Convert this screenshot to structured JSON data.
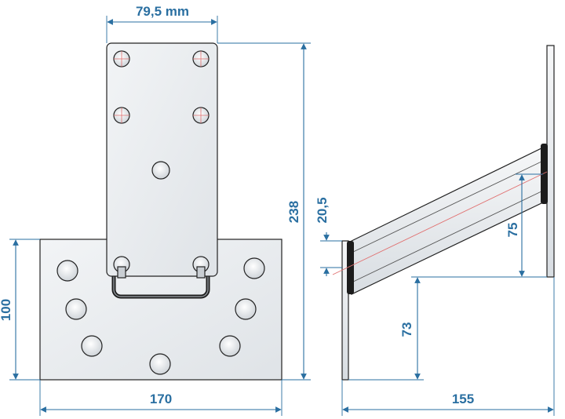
{
  "drawing": {
    "title": "",
    "dimensions": {
      "top_plate_width": "79,5 mm",
      "overall_height": "238",
      "base_height": "100",
      "base_width": "170",
      "offset": "20,5",
      "arm_rise": "75",
      "wall_height": "73",
      "side_depth": "155"
    },
    "colors": {
      "dimension": "#2a6fa1",
      "outline": "#222222",
      "plate_fill": "#e9ecef",
      "center_line": "#e07070"
    }
  }
}
